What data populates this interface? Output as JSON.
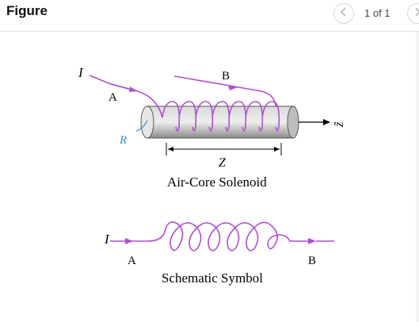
{
  "header": {
    "title": "Figure",
    "pager": "1 of 1",
    "prev_icon": "chevron-left-icon",
    "next_icon": "chevron-right-icon"
  },
  "figure": {
    "current_label": "I",
    "label_a": "A",
    "label_b": "B",
    "radius_label": "R",
    "length_label": "Z",
    "axis_label": "ẑ",
    "solenoid_caption": "Air-Core Solenoid",
    "symbol_current_label": "I",
    "symbol_label_a": "A",
    "symbol_label_b": "B",
    "symbol_caption": "Schematic Symbol",
    "colors": {
      "wire": "#b04fd0",
      "radius": "#3a8fd0",
      "core": "#9a9a9a"
    }
  }
}
